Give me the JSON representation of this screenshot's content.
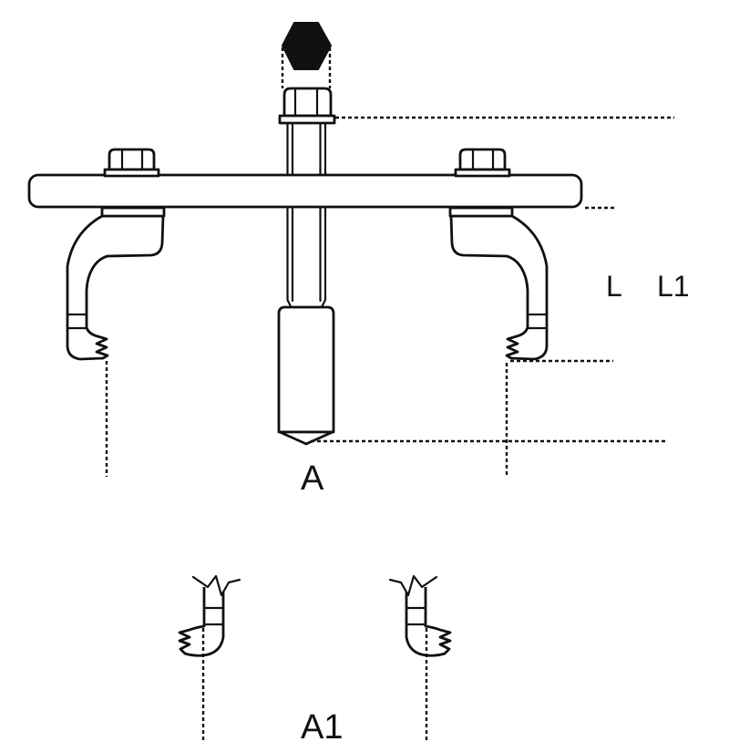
{
  "figure": {
    "type": "technical-line-drawing",
    "subject": "two-jaw-puller"
  },
  "canvas": {
    "background": "#ffffff",
    "ink": "#101010"
  },
  "labels": {
    "l": "L",
    "l1": "L1",
    "a": "A",
    "a1": "A1"
  }
}
